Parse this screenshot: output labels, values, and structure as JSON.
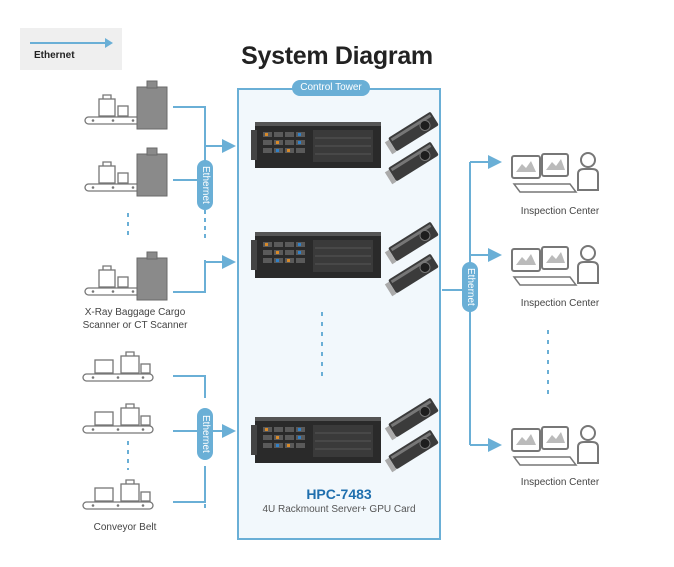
{
  "legend": {
    "label": "Ethernet"
  },
  "title": "System Diagram",
  "tower": {
    "label": "Control Tower"
  },
  "links": {
    "left_top": "Ethernet",
    "left_bottom": "Ethernet",
    "right": "Ethernet"
  },
  "product": {
    "name": "HPC-7483",
    "description": "4U Rackmount Server+ GPU Card"
  },
  "scanner": {
    "caption_line1": "X-Ray Baggage Cargo",
    "caption_line2": "Scanner  or CT Scanner"
  },
  "conveyor": {
    "caption": "Conveyor Belt"
  },
  "inspection": {
    "labels": [
      "Inspection Center",
      "Inspection Center",
      "Inspection Center"
    ]
  },
  "colors": {
    "accent": "#6aafd6",
    "product": "#1f6fae",
    "server": "#2a2a2a",
    "icon_gray": "#8a8a8a"
  }
}
